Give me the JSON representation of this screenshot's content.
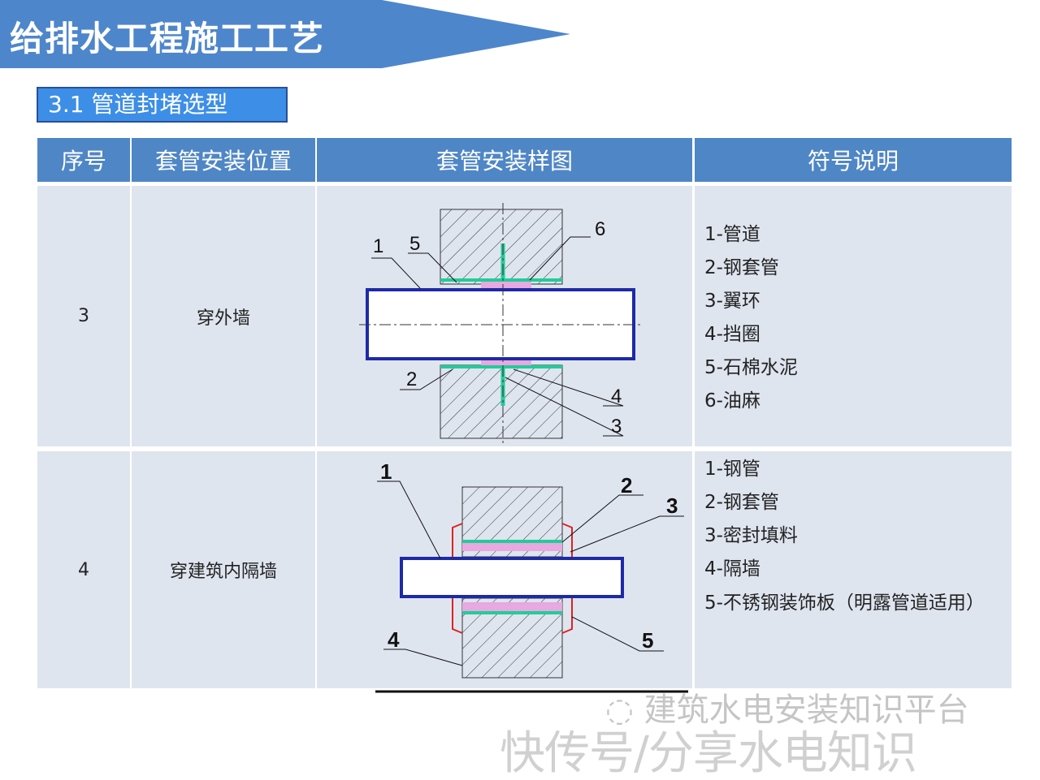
{
  "header": {
    "title": "给排水工程施工工艺",
    "section": "3.1 管道封堵选型"
  },
  "table": {
    "columns": [
      "序号",
      "套管安装位置",
      "套管安装样图",
      "符号说明"
    ],
    "rows": [
      {
        "no": "3",
        "position": "穿外墙",
        "callouts": [
          "1",
          "5",
          "6",
          "2",
          "4",
          "3"
        ],
        "legend": [
          "1-管道",
          "2-钢套管",
          "3-翼环",
          "4-挡圈",
          "5-石棉水泥",
          "6-油麻"
        ]
      },
      {
        "no": "4",
        "position": "穿建筑内隔墙",
        "callouts": [
          "1",
          "2",
          "3",
          "4",
          "5"
        ],
        "legend": [
          "1-钢管",
          "2-钢套管",
          "3-密封填料",
          "4-隔墙",
          "5-不锈钢装饰板（明露管道适用）"
        ]
      }
    ]
  },
  "watermark": {
    "line1": "建筑水电安装知识平台",
    "line2": "快传号/分享水电知识"
  },
  "colors": {
    "banner": "#4e86cc",
    "header": "#4f86c6",
    "row": "#dfe5ef"
  }
}
